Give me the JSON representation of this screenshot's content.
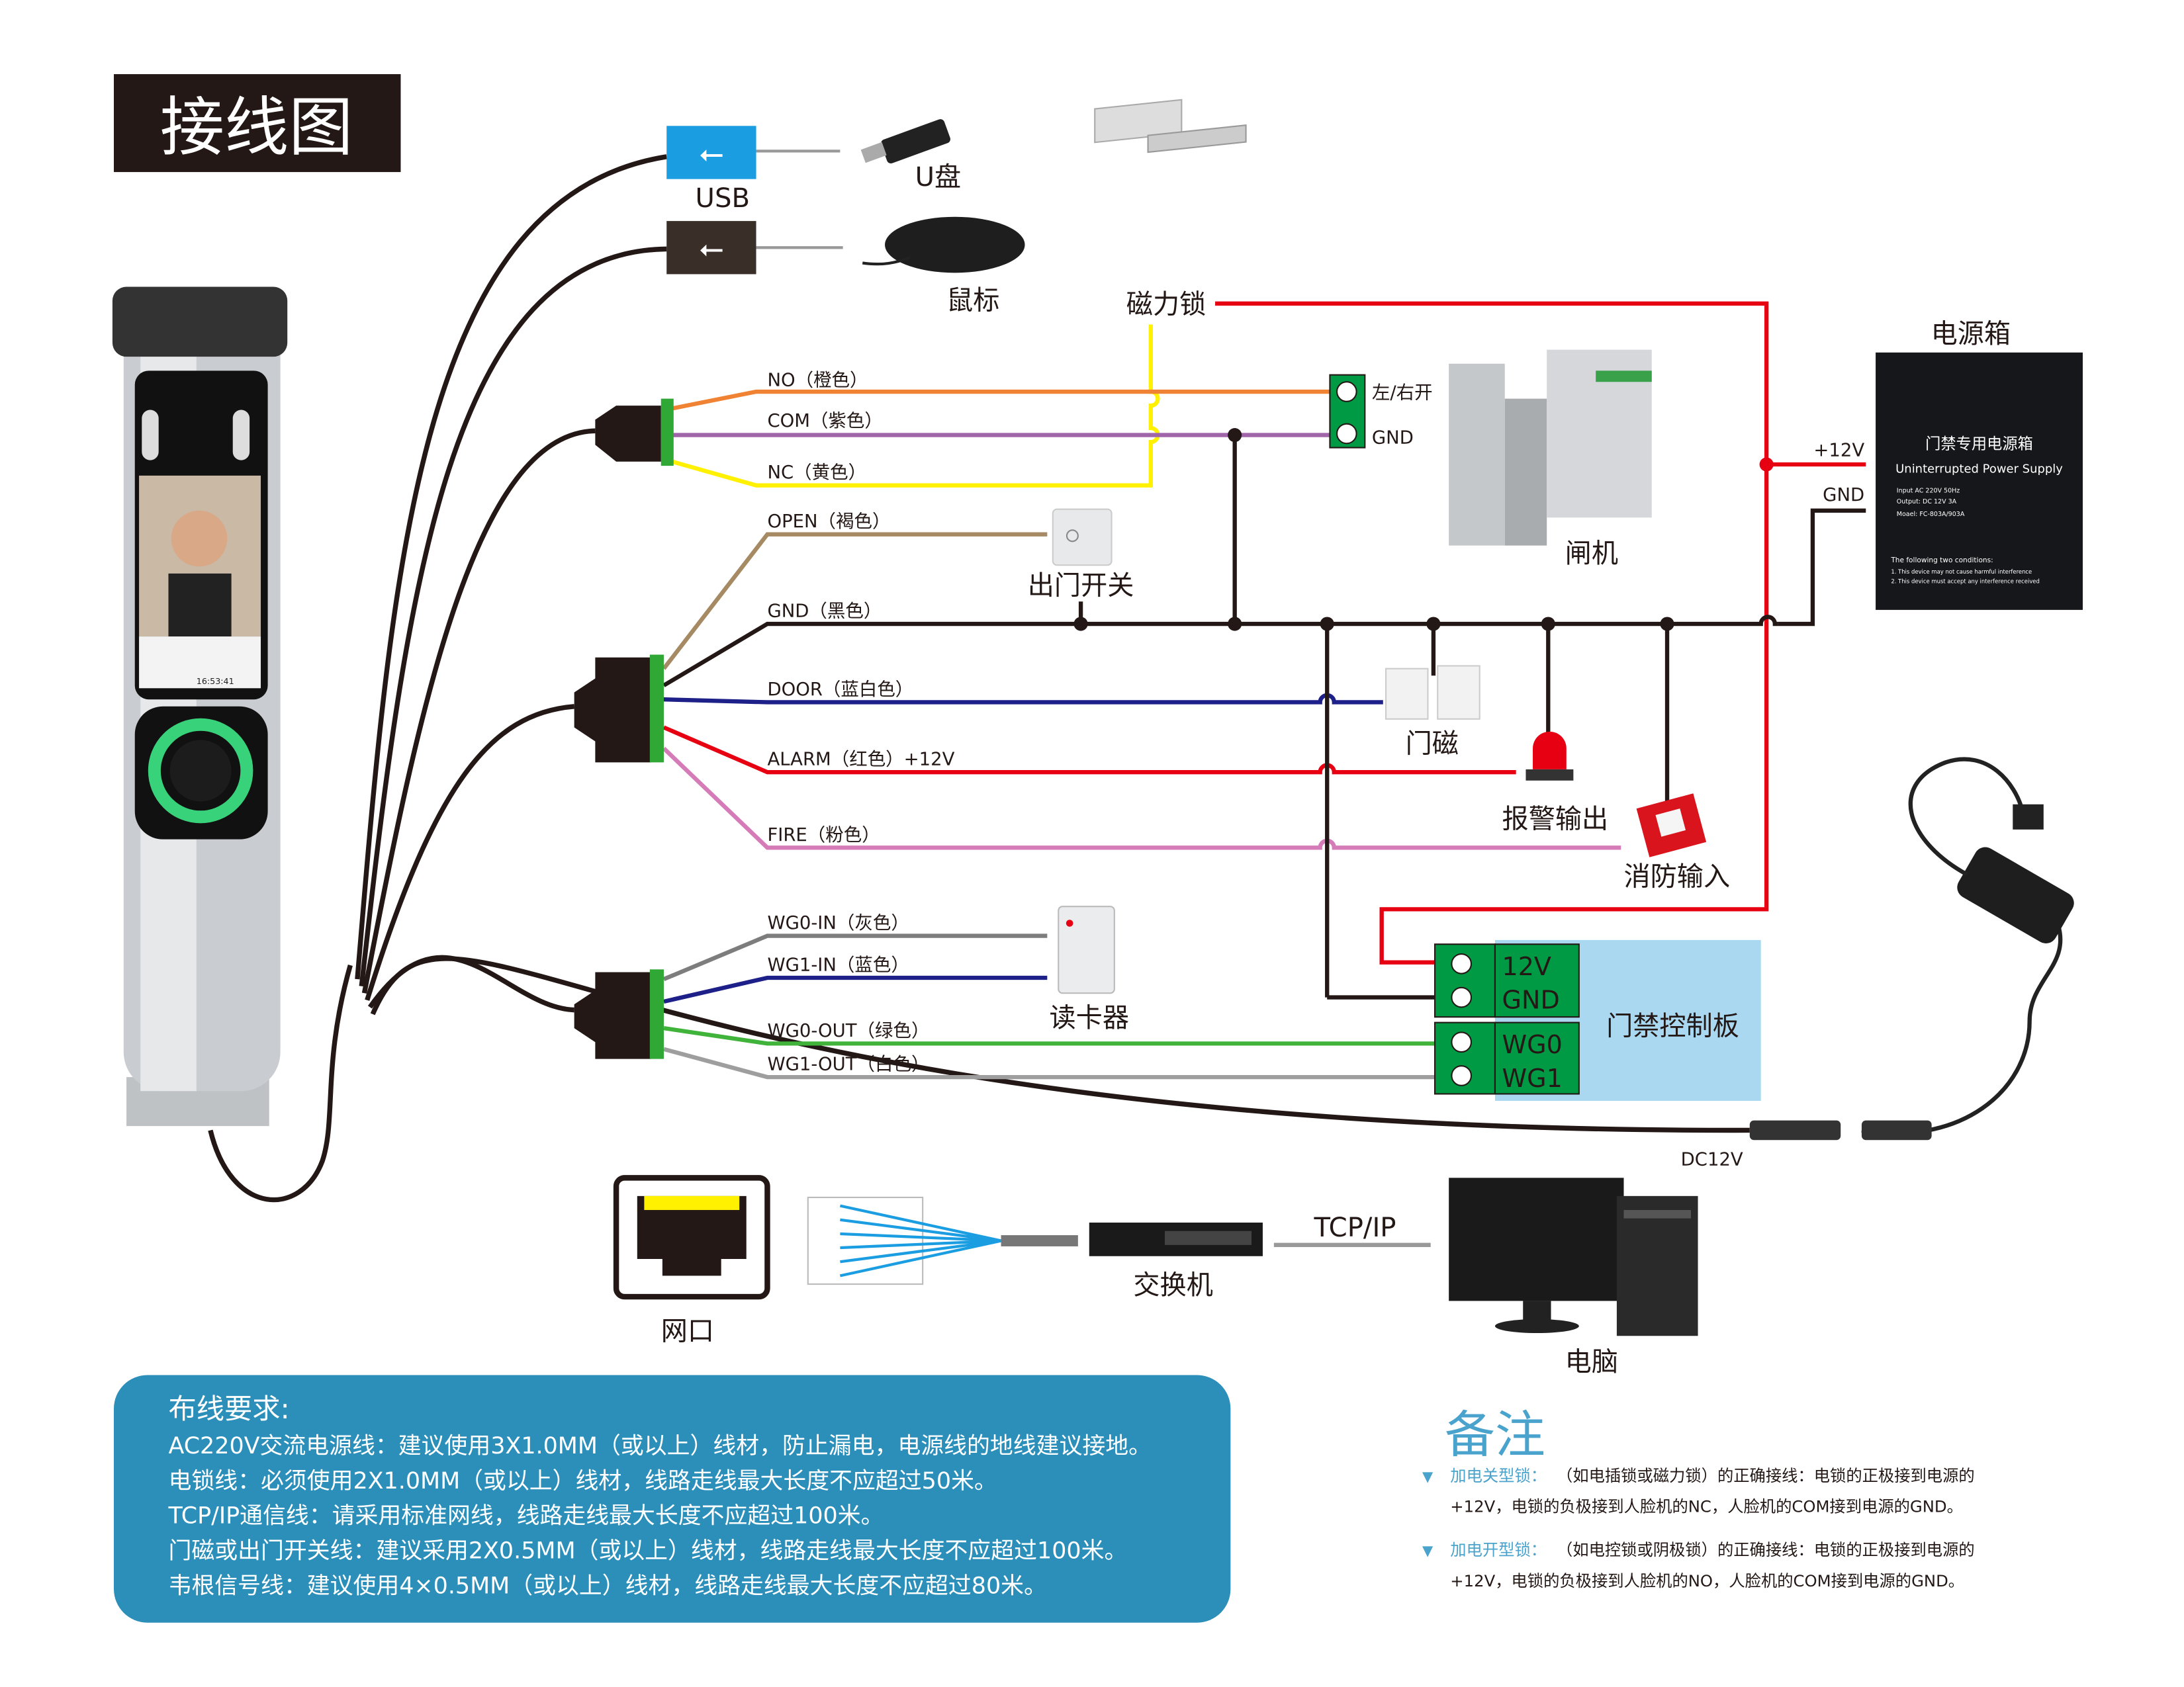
{
  "title": "接线图",
  "colors": {
    "title_bg": "#231815",
    "requirements_bg": "#2b8fba",
    "notes_accent": "#4aa3cc",
    "controller_bg": "#a9d8f0",
    "terminal": "#009a44"
  },
  "peripherals": {
    "usb_label": "USB",
    "udisk": "U盘",
    "mouse": "鼠标",
    "maglock": "磁力锁",
    "turnstile": "闸机",
    "power_box": "电源箱",
    "exit_button": "出门开关",
    "door_sensor": "门磁",
    "alarm_output": "报警输出",
    "fire_input": "消防输入",
    "card_reader": "读卡器",
    "controller": "门禁控制板",
    "network_port": "网口",
    "switch": "交换机",
    "tcpip": "TCP/IP",
    "computer": "电脑",
    "dc12v": "DC12V"
  },
  "power_box_label": {
    "cn": "门禁专用电源箱",
    "en": "Uninterrupted Power Supply",
    "input": "Input   AC 220V 50Hz",
    "output": "Output:  DC  12V 3A",
    "model": "Moael:  FC-803A/903A",
    "cond_title": "The following two conditions:",
    "cond1": "1. This device may not cause harmful interference",
    "cond2": "2. This device must accept any interference received"
  },
  "power_terminals": {
    "plus12v": "+12V",
    "gnd": "GND"
  },
  "turnstile_terminals": {
    "open": "左/右开",
    "gnd": "GND"
  },
  "controller_terminals": [
    "12V",
    "GND",
    "WG0",
    "WG1"
  ],
  "wires": {
    "no": "NO（橙色）",
    "com": "COM（紫色）",
    "nc": "NC（黄色）",
    "open": "OPEN（褐色）",
    "gnd": "GND（黑色）",
    "door": "DOOR（蓝白色）",
    "alarm": "ALARM（红色）+12V",
    "fire": "FIRE（粉色）",
    "wg0_in": "WG0-IN（灰色）",
    "wg1_in": "WG1-IN（蓝色）",
    "wg0_out": "WG0-OUT（绿色）",
    "wg1_out": "WG1-OUT（白色）"
  },
  "requirements": {
    "title": "布线要求:",
    "lines": [
      "AC220V交流电源线：建议使用3X1.0MM（或以上）线材，防止漏电，电源线的地线建议接地。",
      "电锁线：必须使用2X1.0MM（或以上）线材，线路走线最大长度不应超过50米。",
      "TCP/IP通信线：请采用标准网线，线路走线最大长度不应超过100米。",
      "门磁或出门开关线：建议采用2X0.5MM（或以上）线材，线路走线最大长度不应超过100米。",
      "韦根信号线：建议使用4×0.5MM（或以上）线材，线路走线最大长度不应超过80米。"
    ]
  },
  "notes": {
    "title": "备注",
    "items": [
      {
        "key": "加电关型锁：",
        "line1": "（如电插锁或磁力锁）的正确接线：电锁的正极接到电源的",
        "line2": "+12V，电锁的负极接到人脸机的NC，人脸机的COM接到电源的GND。"
      },
      {
        "key": "加电开型锁：",
        "line1": "（如电控锁或阴极锁）的正确接线：电锁的正极接到电源的",
        "line2": "+12V，电锁的负极接到人脸机的NO，人脸机的COM接到电源的GND。"
      }
    ]
  },
  "device_screen": {
    "time": "16:53:41"
  }
}
